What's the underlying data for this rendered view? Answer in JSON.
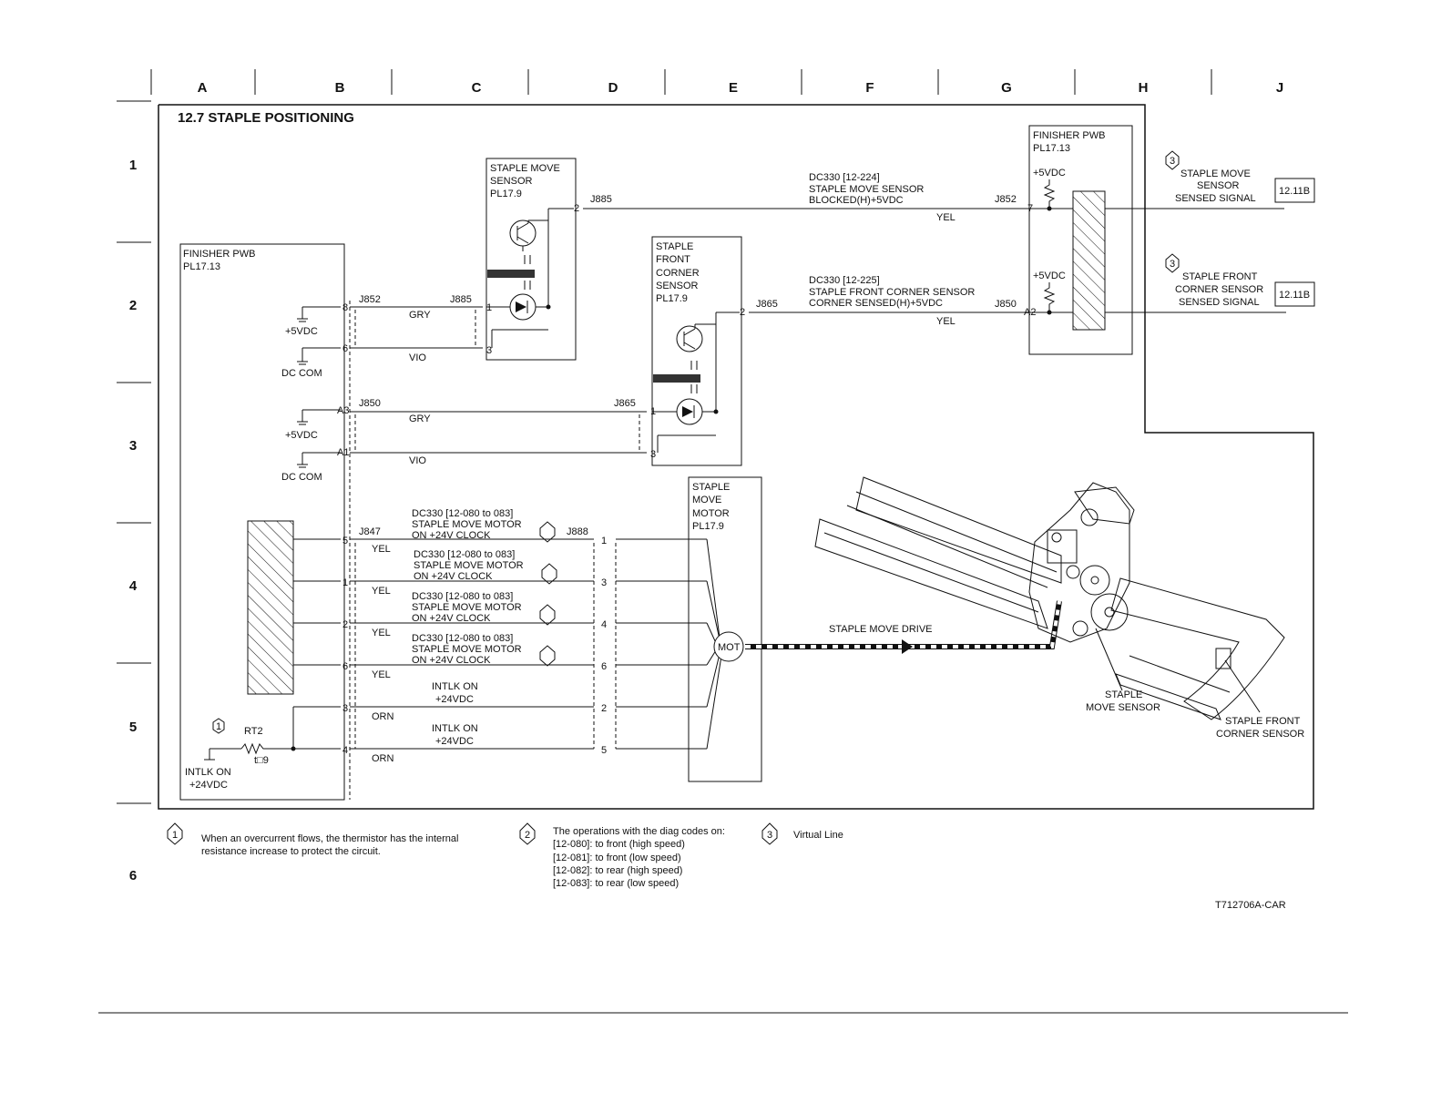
{
  "grid": {
    "columns": [
      "A",
      "B",
      "C",
      "D",
      "E",
      "F",
      "G",
      "H",
      "J"
    ],
    "rows": [
      "1",
      "2",
      "3",
      "4",
      "5",
      "6"
    ]
  },
  "title": "12.7 STAPLE POSITIONING",
  "finisher_pwb_left": {
    "name": "FINISHER PWB",
    "pl": "PL17.13"
  },
  "finisher_pwb_right": {
    "name": "FINISHER PWB",
    "pl": "PL17.13"
  },
  "staple_move_sensor": {
    "lines": [
      "STAPLE MOVE",
      "SENSOR",
      "PL17.9"
    ],
    "connector": "J885",
    "pin_out": "2",
    "pin_in1": "1",
    "pin_in3": "3",
    "signal": [
      "DC330 [12-224]",
      "STAPLE MOVE SENSOR",
      "BLOCKED(H)+5VDC"
    ],
    "wire_color": "YEL",
    "pwb_connector": "J852",
    "pwb_pin": "7"
  },
  "staple_front_corner_sensor": {
    "lines": [
      "STAPLE",
      "FRONT",
      "CORNER",
      "SENSOR",
      "PL17.9"
    ],
    "connector": "J865",
    "pin_out": "2",
    "pin_in1": "1",
    "pin_in3": "3",
    "signal": [
      "DC330 [12-225]",
      "STAPLE FRONT CORNER SENSOR",
      "CORNER SENSED(H)+5VDC"
    ],
    "wire_color": "YEL",
    "pwb_connector": "J850",
    "pwb_pin": "A2"
  },
  "supply_power": {
    "j852": "J852",
    "j885": "J885",
    "pin8": "8",
    "pin6": "6",
    "gry": "GRY",
    "vio": "VIO",
    "v5": "+5VDC",
    "dccom": "DC COM",
    "j850": "J850",
    "j865": "J865",
    "pinA3": "A3",
    "pinA1": "A1"
  },
  "right_signals": {
    "v5": "+5VDC",
    "move_sensed": [
      "STAPLE MOVE",
      "SENSOR",
      "SENSED SIGNAL"
    ],
    "front_sensed": [
      "STAPLE FRONT",
      "CORNER SENSOR",
      "SENSED SIGNAL"
    ],
    "ref": "12.11B",
    "note": "3"
  },
  "motor": {
    "lines": [
      "STAPLE",
      "MOVE",
      "MOTOR",
      "PL17.9"
    ],
    "label": "MOT",
    "j847": "J847",
    "j888": "J888",
    "left_pins": [
      "5",
      "1",
      "2",
      "6",
      "3",
      "4"
    ],
    "right_pins": [
      "1",
      "3",
      "4",
      "6",
      "2",
      "5"
    ],
    "colors": [
      "YEL",
      "YEL",
      "YEL",
      "YEL",
      "ORN",
      "ORN"
    ],
    "clock_signal": [
      "DC330 [12-080 to 083]",
      "STAPLE MOVE MOTOR",
      "ON +24V CLOCK"
    ],
    "intlk": [
      "INTLK ON",
      "+24VDC"
    ],
    "drive": "STAPLE MOVE DRIVE"
  },
  "thermistor": {
    "name": "RT2",
    "symbol": "t□9",
    "supply": [
      "INTLK ON",
      "+24VDC"
    ],
    "note": "1"
  },
  "callouts": {
    "move_sensor": [
      "STAPLE",
      "MOVE SENSOR"
    ],
    "front_sensor": [
      "STAPLE FRONT",
      "CORNER SENSOR"
    ]
  },
  "notes": {
    "n1": {
      "num": "1",
      "lines": [
        "When an overcurrent flows, the thermistor has the internal",
        "resistance increase to protect the circuit."
      ]
    },
    "n2": {
      "num": "2",
      "lines": [
        "The operations with the diag codes on:",
        "[12-080]: to front (high speed)",
        "[12-081]: to front (low speed)",
        "[12-082]: to rear (high speed)",
        "[12-083]: to rear (low speed)"
      ]
    },
    "n3": {
      "num": "3",
      "text": "Virtual Line"
    }
  },
  "figure_id": "T712706A-CAR"
}
